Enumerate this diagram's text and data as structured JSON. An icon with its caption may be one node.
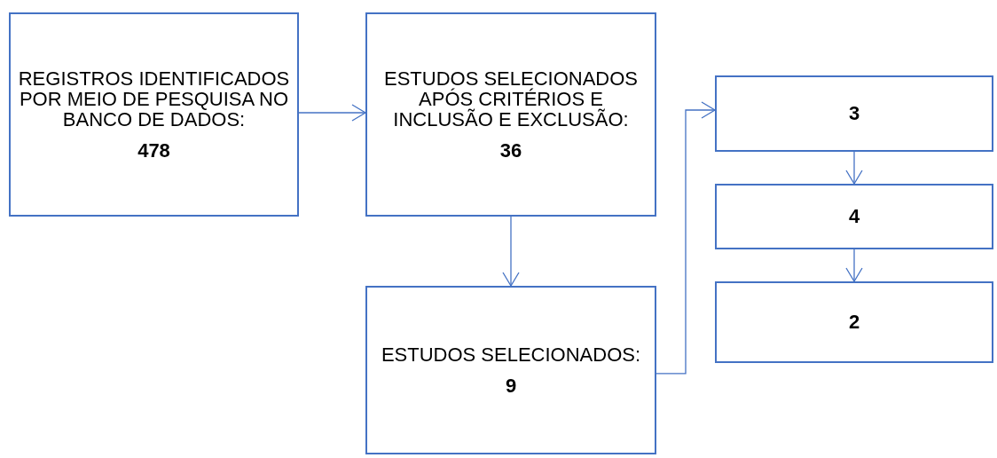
{
  "diagram": {
    "nodes": [
      {
        "text": [
          "REGISTROS IDENTIFICADOS POR MEIO DE PESQUISA NO BANCO DE DADOS:",
          "478"
        ]
      },
      {
        "text": [
          "ESTUDOS SELECIONADOS APÓS CRITÉRIOS E INCLUSÃO E EXCLUSÃO:",
          "36"
        ]
      },
      {
        "text": [
          "ESTUDOS SELECIONADOS:",
          "9"
        ]
      },
      {
        "text": [
          "3"
        ]
      },
      {
        "text": [
          "4"
        ]
      },
      {
        "text": [
          "2"
        ]
      }
    ],
    "edges": [
      {
        "from": 0,
        "to": 1,
        "arrow": "to"
      },
      {
        "from": 1,
        "to": 2,
        "arrow": "to"
      },
      {
        "from": 2,
        "to": 3,
        "arrow": "to"
      },
      {
        "from": 3,
        "to": 4,
        "arrow": "to"
      },
      {
        "from": 4,
        "to": 5,
        "arrow": "to"
      }
    ]
  }
}
